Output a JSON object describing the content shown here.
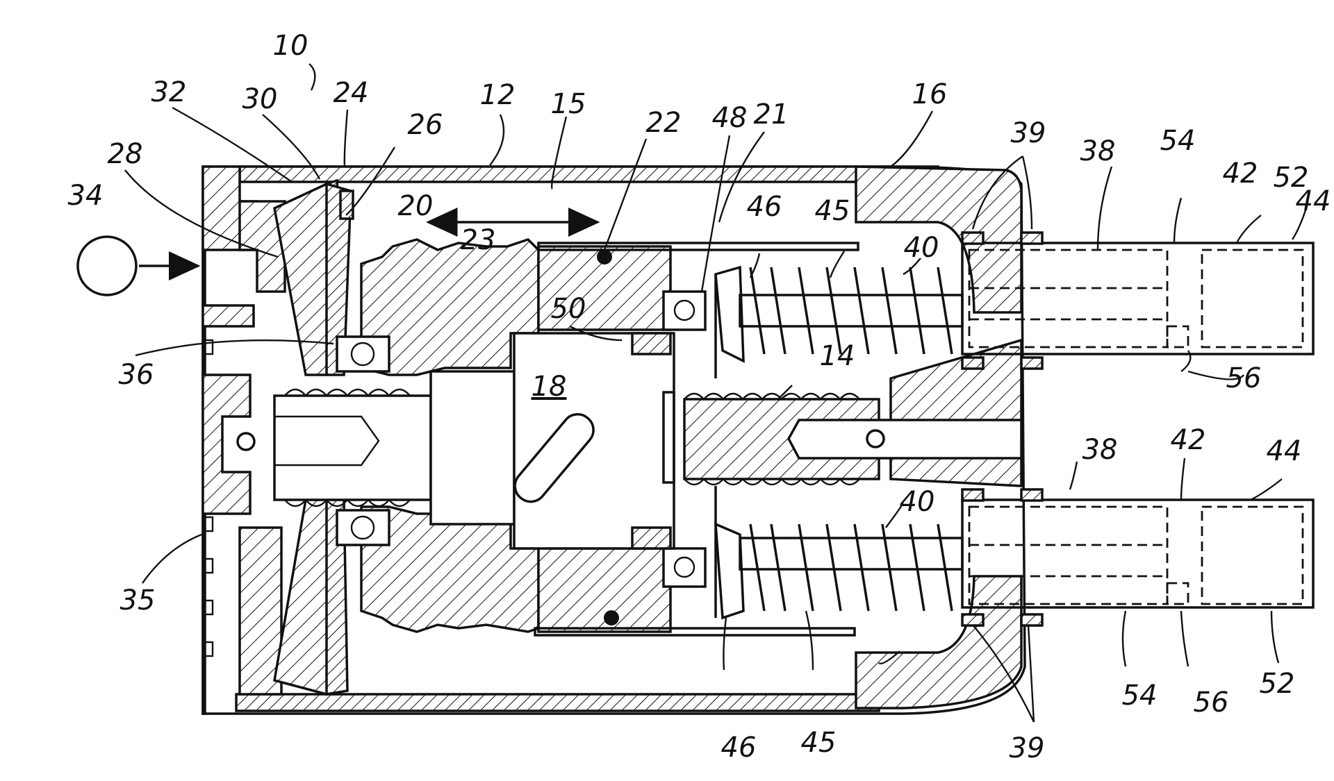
{
  "figure": {
    "labels": [
      {
        "id": "l10",
        "text": "10"
      },
      {
        "id": "l32",
        "text": "32"
      },
      {
        "id": "l30",
        "text": "30"
      },
      {
        "id": "l24",
        "text": "24"
      },
      {
        "id": "l12",
        "text": "12"
      },
      {
        "id": "l15",
        "text": "15"
      },
      {
        "id": "l22",
        "text": "22"
      },
      {
        "id": "l48",
        "text": "48"
      },
      {
        "id": "l21",
        "text": "21"
      },
      {
        "id": "l16",
        "text": "16"
      },
      {
        "id": "l39a",
        "text": "39"
      },
      {
        "id": "l38a",
        "text": "38"
      },
      {
        "id": "l54a",
        "text": "54"
      },
      {
        "id": "l42a",
        "text": "42"
      },
      {
        "id": "l52a",
        "text": "52"
      },
      {
        "id": "l44a",
        "text": "44"
      },
      {
        "id": "l28",
        "text": "28"
      },
      {
        "id": "l26",
        "text": "26"
      },
      {
        "id": "l34",
        "text": "34"
      },
      {
        "id": "l20",
        "text": "20"
      },
      {
        "id": "l23",
        "text": "23"
      },
      {
        "id": "l46a",
        "text": "46"
      },
      {
        "id": "l45a",
        "text": "45"
      },
      {
        "id": "l40a",
        "text": "40"
      },
      {
        "id": "l50",
        "text": "50"
      },
      {
        "id": "l36",
        "text": "36"
      },
      {
        "id": "l14",
        "text": "14"
      },
      {
        "id": "l18",
        "text": "18"
      },
      {
        "id": "l56a",
        "text": "56"
      },
      {
        "id": "l38b",
        "text": "38"
      },
      {
        "id": "l42b",
        "text": "42"
      },
      {
        "id": "l44b",
        "text": "44"
      },
      {
        "id": "l40b",
        "text": "40"
      },
      {
        "id": "l35",
        "text": "35"
      },
      {
        "id": "l54b",
        "text": "54"
      },
      {
        "id": "l56b",
        "text": "56"
      },
      {
        "id": "l52b",
        "text": "52"
      },
      {
        "id": "l46b",
        "text": "46"
      },
      {
        "id": "l45b",
        "text": "45"
      },
      {
        "id": "l39b",
        "text": "39"
      }
    ]
  }
}
